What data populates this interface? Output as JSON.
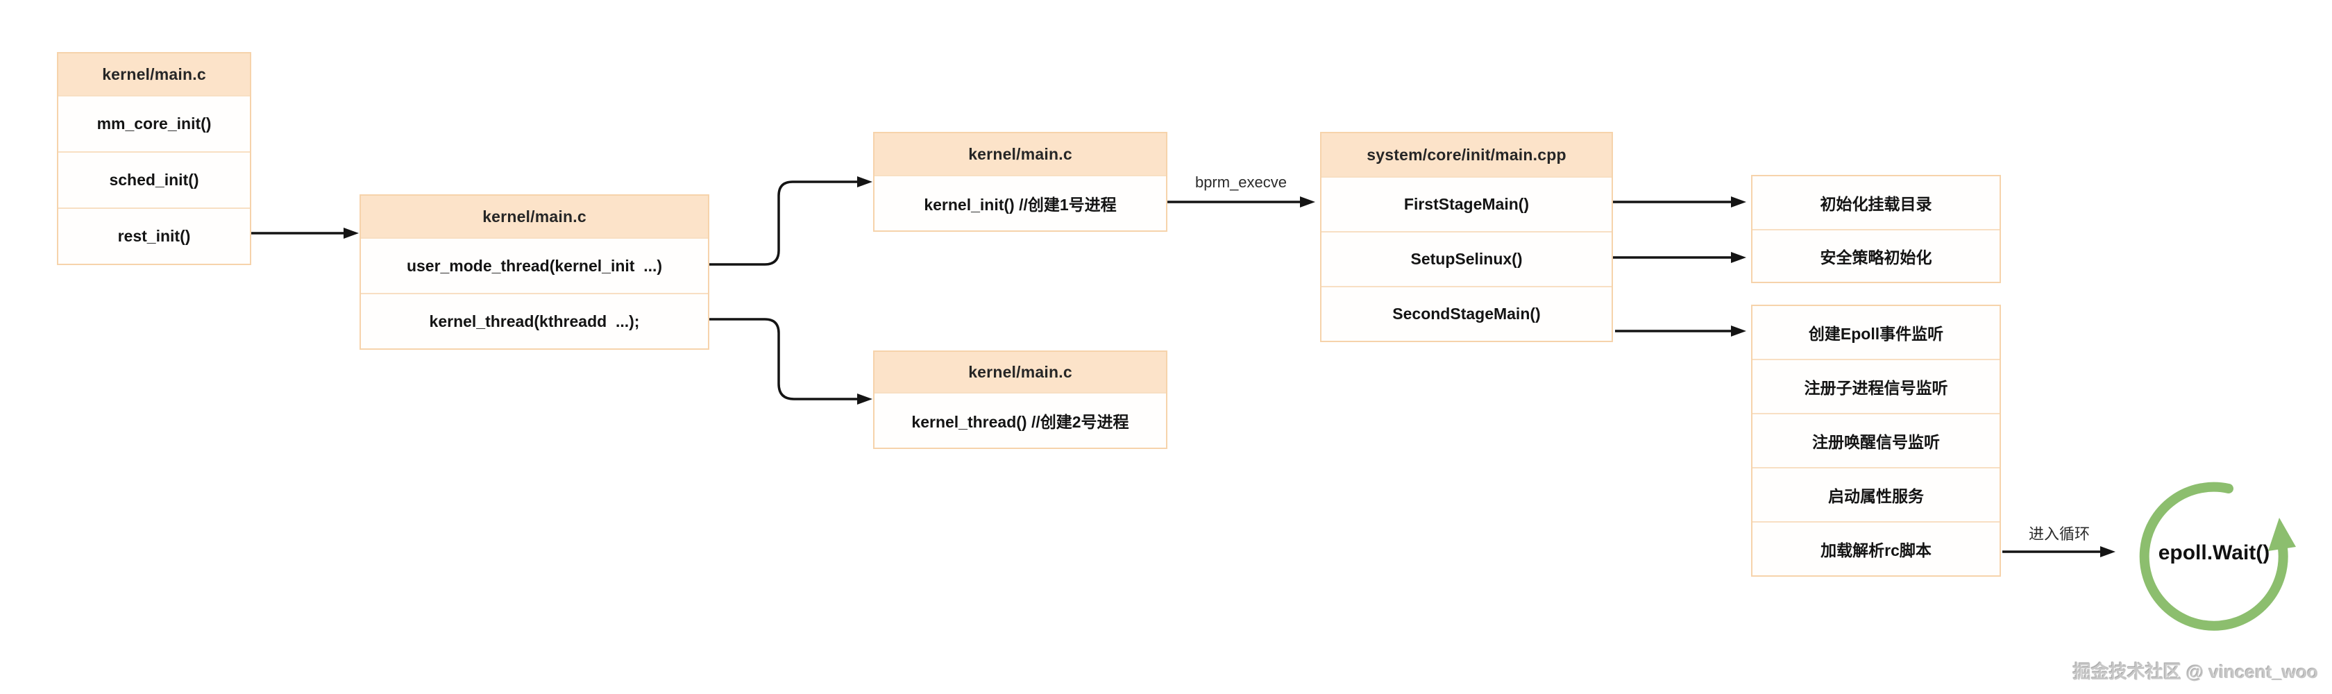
{
  "diagram": {
    "nodes": [
      {
        "id": "kernel-main-early",
        "title": "kernel/main.c",
        "rows": [
          "mm_core_init()",
          "sched_init()",
          "rest_init()"
        ]
      },
      {
        "id": "kernel-main-rest",
        "title": "kernel/main.c",
        "rows": [
          "user_mode_thread(kernel_init  ...)",
          "kernel_thread(kthreadd  ...);"
        ]
      },
      {
        "id": "kernel-main-init1",
        "title": "kernel/main.c",
        "rows": [
          "kernel_init() //创建1号进程"
        ]
      },
      {
        "id": "kernel-main-thread2",
        "title": "kernel/main.c",
        "rows": [
          "kernel_thread() //创建2号进程"
        ]
      },
      {
        "id": "init-main-cpp",
        "title": "system/core/init/main.cpp",
        "rows": [
          "FirstStageMain()",
          "SetupSelinux()",
          "SecondStageMain()"
        ]
      },
      {
        "id": "first-stage-tasks",
        "title": "",
        "rows": [
          "初始化挂载目录",
          "安全策略初始化"
        ]
      },
      {
        "id": "second-stage-tasks",
        "title": "",
        "rows": [
          "创建Epoll事件监听",
          "注册子进程信号监听",
          "注册唤醒信号监听",
          "启动属性服务",
          "加载解析rc脚本"
        ]
      }
    ],
    "edge_labels": {
      "bprm_execve": "bprm_execve",
      "enter_loop": "进入循环"
    },
    "loop_node": {
      "label": "epoll.Wait()"
    },
    "watermark": "掘金技术社区 @ vincent_woo",
    "colors": {
      "header_fill": "#fce3c9",
      "box_border": "#f6d3ab",
      "row_fill": "#fffefd",
      "arrow_black": "#141414",
      "loop_green": "#8cbe6e",
      "watermark_gray": "#c7c7c7"
    }
  }
}
